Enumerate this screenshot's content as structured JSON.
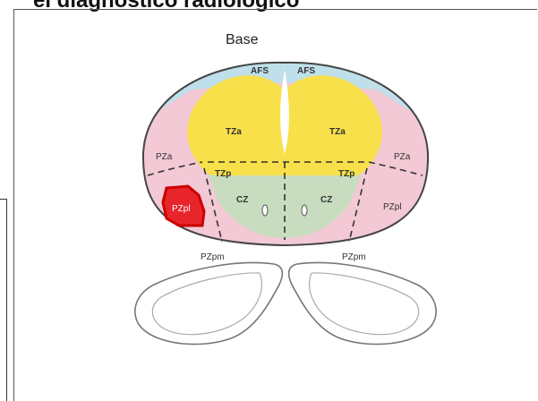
{
  "heading": "el diagnóstico radiológico",
  "diagram": {
    "base_label": "Base",
    "zones": {
      "afs_left": "AFS",
      "afs_right": "AFS",
      "tza_left": "TZa",
      "tza_right": "TZa",
      "pza_left": "PZa",
      "pza_right": "PZa",
      "tzp_left": "TZp",
      "tzp_right": "TZp",
      "cz_left": "CZ",
      "cz_right": "CZ",
      "pzpl_left": "PZpl",
      "pzpl_right": "PZpl",
      "pzpm_left": "PZpm",
      "pzpm_right": "PZpm"
    },
    "colors": {
      "afs": "#bfe0ea",
      "tz": "#f7e04a",
      "pz": "#f2c9d4",
      "cz": "#c8dcc0",
      "lesion": "#e8252b",
      "outline": "#444444"
    }
  }
}
